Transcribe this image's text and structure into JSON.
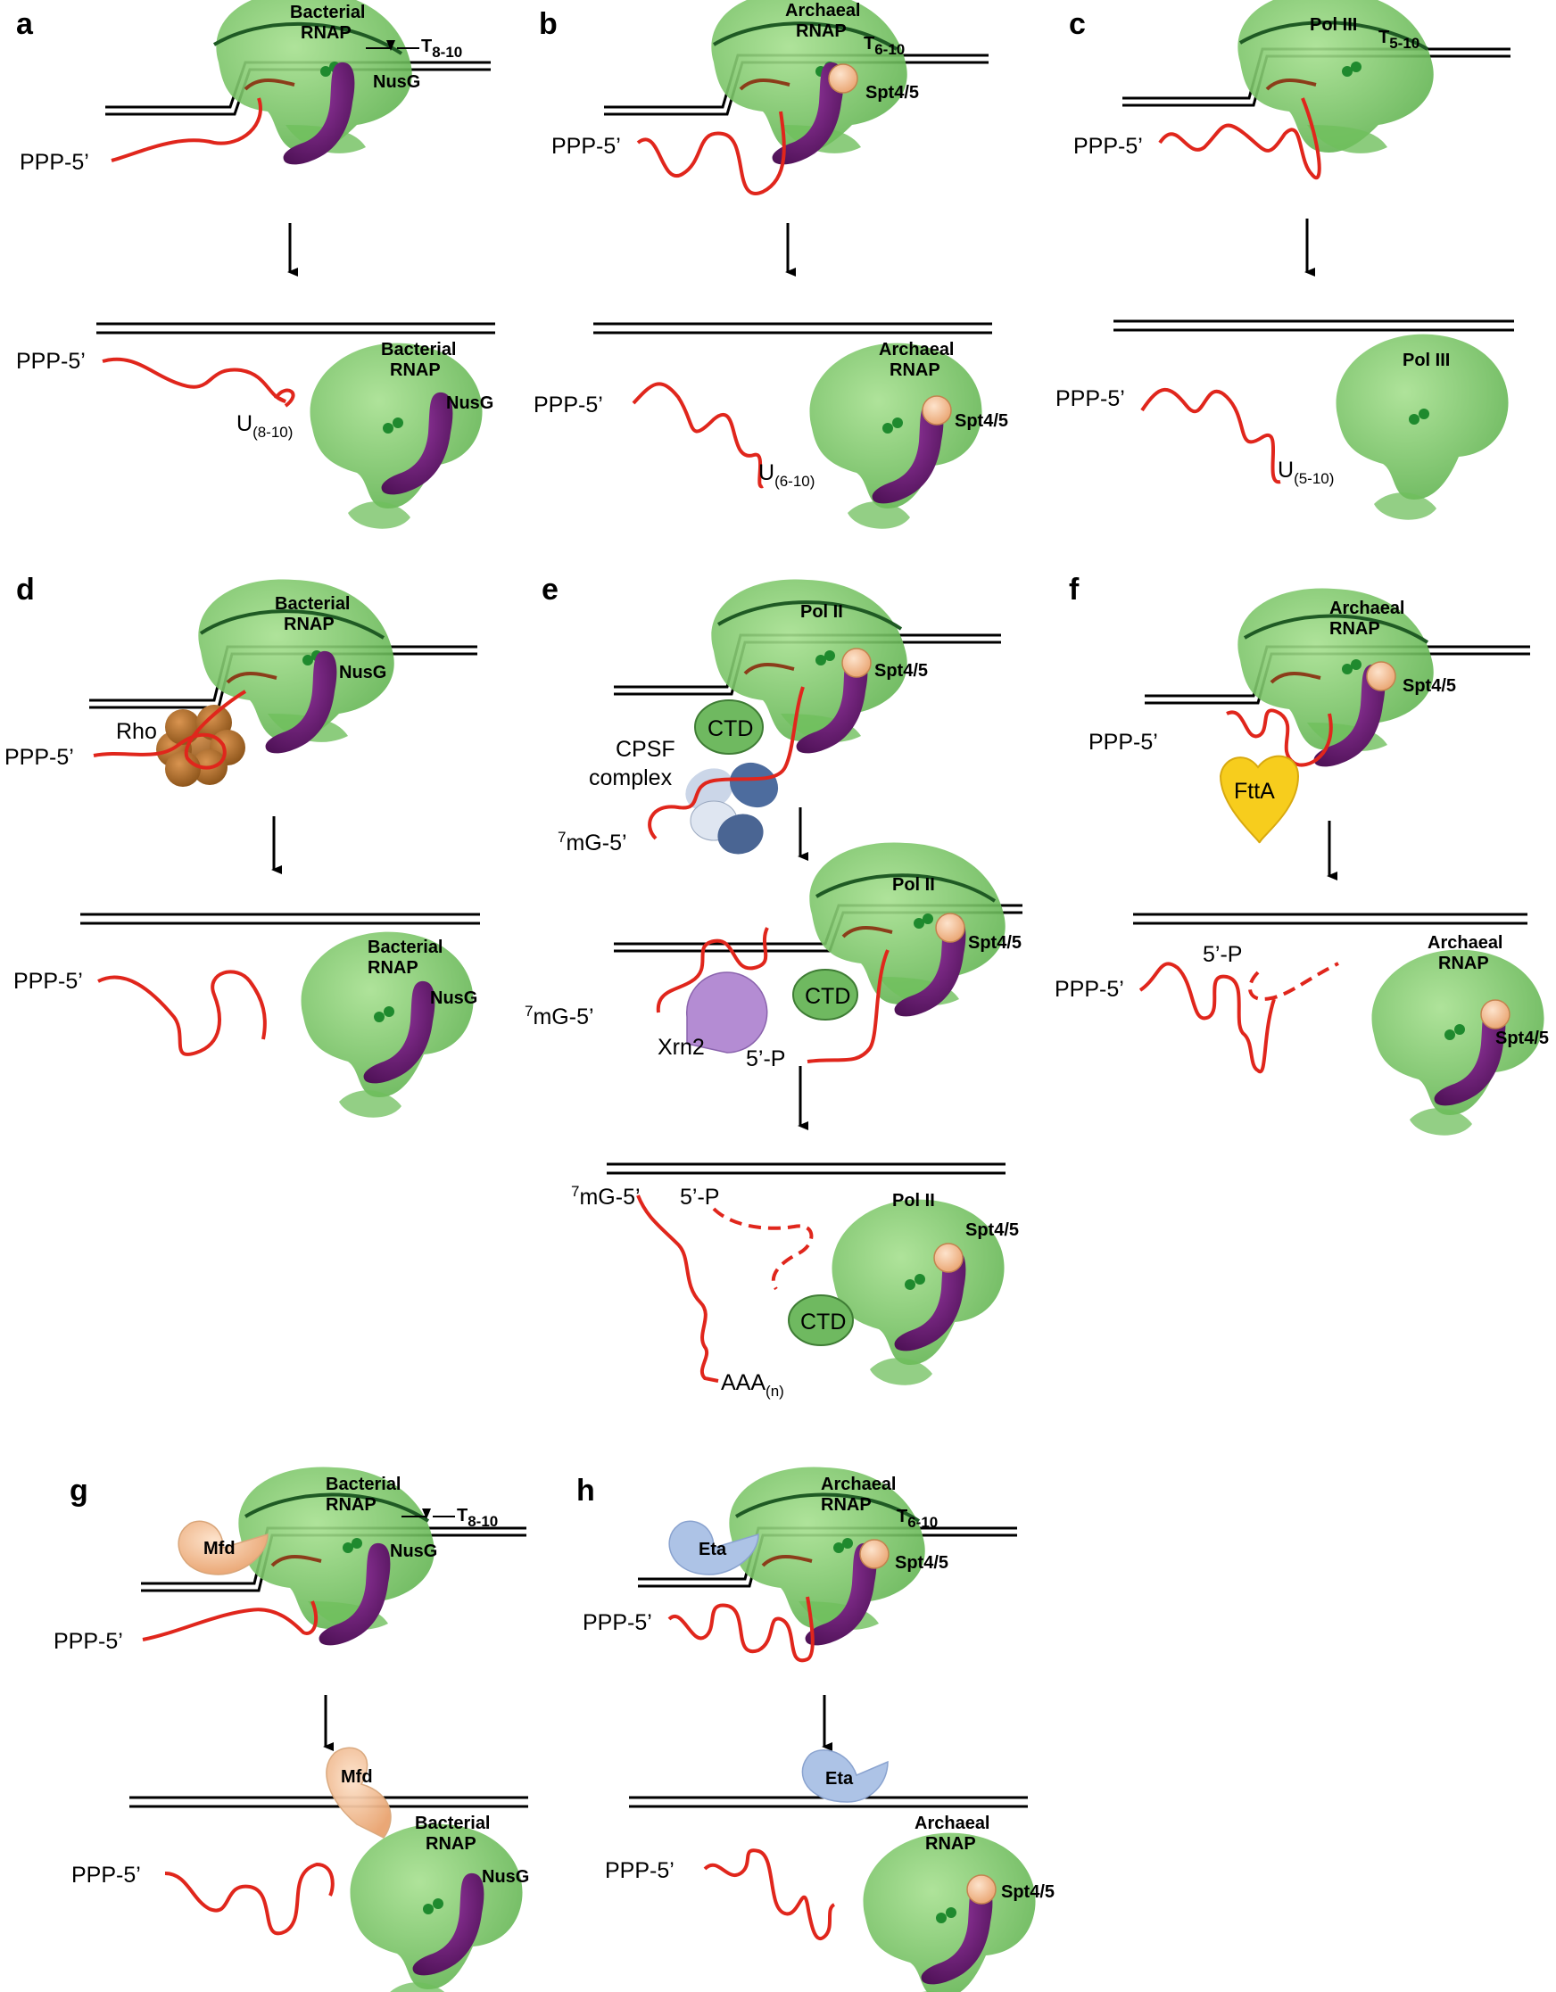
{
  "panels": {
    "a": "a",
    "b": "b",
    "c": "c",
    "d": "d",
    "e": "e",
    "f": "f",
    "g": "g",
    "h": "h"
  },
  "labels": {
    "bacterial": "Bacterial",
    "archaeal": "Archaeal",
    "rnap": "RNAP",
    "pol_iii": "Pol III",
    "pol_ii": "Pol II",
    "nusg": "NusG",
    "spt45": "Spt4/5",
    "ppp5": "PPP-5’",
    "mg5": "mG-5’",
    "mg5_sup": "7",
    "p5": "5’-P",
    "rho": "Rho",
    "cpsf_line1": "CPSF",
    "cpsf_line2": "complex",
    "ctd": "CTD",
    "xrn2": "Xrn2",
    "ftta": "FttA",
    "mfd": "Mfd",
    "eta": "Eta",
    "t": "T",
    "t_8_10": "8-10",
    "t_6_10": "6-10",
    "t_5_10": "5-10",
    "u": "U",
    "u_8_10": "(8-10)",
    "u_6_10": "(6-10)",
    "u_5_10": "(5-10)",
    "aaa": "AAA",
    "aaa_n": "(n)"
  },
  "colors": {
    "rnap_green": "#7cc96b",
    "rnap_dark": "#1f6b28",
    "rna_red": "#e0261c",
    "nusg_purple": "#6a1b74",
    "spt_peach": "#f6c49a",
    "rho_brown": "#b8732c",
    "cpsf_blue": "#4d6c9e",
    "ctd_green": "#6fb960",
    "xrn2_purple": "#b48cd3",
    "ftta_yellow": "#f7cd1d",
    "mfd_peach": "#f6cfad",
    "eta_blue": "#adc3e6"
  }
}
